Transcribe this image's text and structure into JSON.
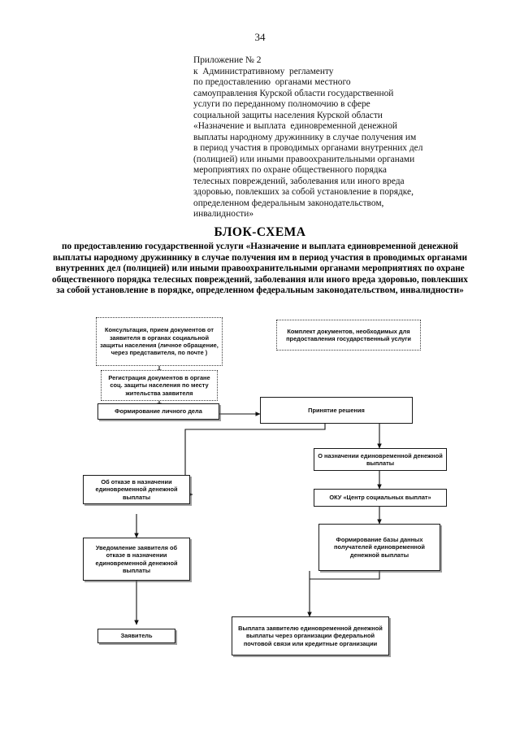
{
  "page": {
    "number": "34"
  },
  "appendix": {
    "lines": [
      "Приложение № 2",
      "к  Административному  регламенту",
      "по предоставлению  органами местного",
      "самоуправления Курской области государственной",
      "услуги по переданному полномочию в сфере",
      "социальной защиты населения Курской области",
      "«Назначение и выплата  единовременной денежной",
      "выплаты народному дружиннику в случае получения им",
      "в период участия в проводимых органами внутренних дел",
      "(полицией) или иными правоохранительными органами",
      "мероприятиях по охране общественного порядка",
      "телесных повреждений, заболевания или иного вреда",
      "здоровью, повлекших за собой установление в порядке,",
      "определенном федеральным законодательством,",
      "инвалидности»"
    ]
  },
  "scheme": {
    "title": "БЛОК-СХЕМА",
    "subtitle": "по предоставлению государственной услуги «Назначение и выплата  единовременной денежной выплаты народному дружиннику в случае получения им в период участия в проводимых органами внутренних дел (полицией) или иными правоохранительными органами мероприятиях по охране общественного порядка телесных повреждений, заболевания или иного вреда здоровью, повлекших за собой установление в порядке, определенном федеральным законодательством, инвалидности»"
  },
  "flowchart": {
    "nodes": [
      {
        "id": "consultation",
        "label": "Консультация, прием документов от заявителя в органах социальной защиты населения  (личное обращение, через представителя, по почте )"
      },
      {
        "id": "documents-set",
        "label": "Комплект документов, необходимых для предоставления государственный услуги"
      },
      {
        "id": "registration",
        "label": "Регистрация документов в органе соц. защиты населения по месту жительства заявителя"
      },
      {
        "id": "personal-file",
        "label": "Формирование личного дела"
      },
      {
        "id": "decision",
        "label": "Принятие решения"
      },
      {
        "id": "approval",
        "label": "О назначении единовременной денежной выплаты"
      },
      {
        "id": "refusal",
        "label": "Об отказе в назначении единовременной денежной выплаты"
      },
      {
        "id": "oku",
        "label": "ОКУ «Центр социальных выплат»"
      },
      {
        "id": "notification",
        "label": "Уведомление заявителя об отказе в назначении единовременной денежной выплаты"
      },
      {
        "id": "database",
        "label": "Формирование базы данных получателей единовременной денежной выплаты"
      },
      {
        "id": "applicant",
        "label": "Заявитель"
      },
      {
        "id": "payment",
        "label": "Выплата заявителю единовременной денежной выплаты через организации федеральной почтовой связи или кредитные организации"
      }
    ]
  }
}
